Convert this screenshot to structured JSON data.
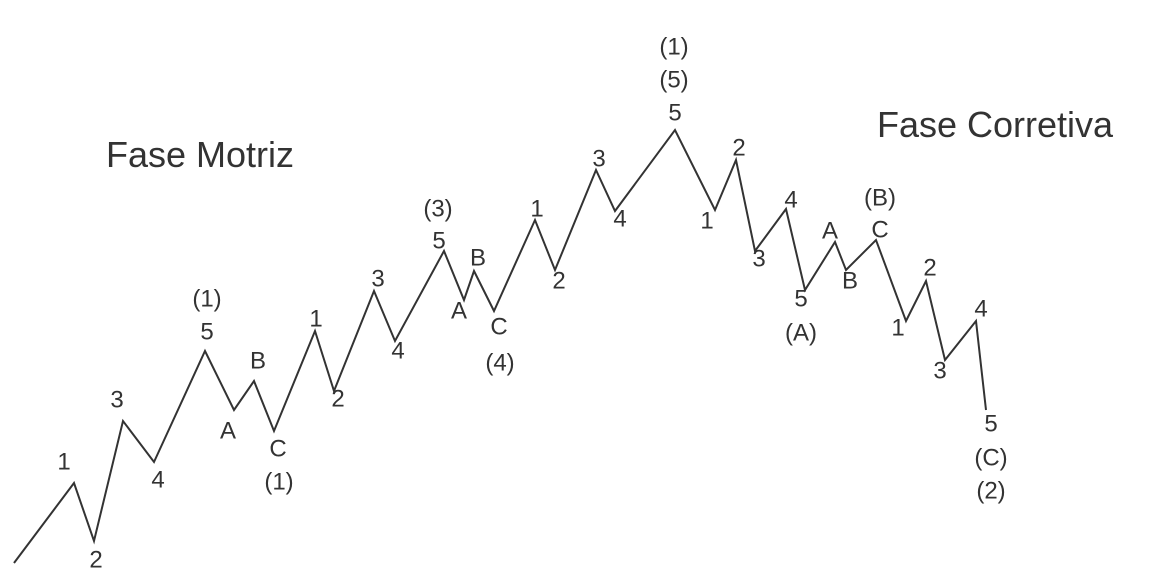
{
  "titles": {
    "impulse_phase": "Fase Motriz",
    "corrective_phase": "Fase Corretiva"
  },
  "colors": {
    "line": "#333333",
    "text": "#333333",
    "background": "#ffffff"
  },
  "wave_path": [
    {
      "id": "start",
      "labels": []
    },
    {
      "id": "p1",
      "labels": [
        "1"
      ]
    },
    {
      "id": "p2",
      "labels": [
        "2"
      ]
    },
    {
      "id": "p3",
      "labels": [
        "3"
      ]
    },
    {
      "id": "p4",
      "labels": [
        "4"
      ]
    },
    {
      "id": "p5",
      "labels": [
        "(1)",
        "5"
      ]
    },
    {
      "id": "p6",
      "labels": [
        "A"
      ]
    },
    {
      "id": "p7",
      "labels": [
        "B"
      ]
    },
    {
      "id": "p8",
      "labels": [
        "C",
        "(1)"
      ]
    },
    {
      "id": "p9",
      "labels": [
        "1"
      ]
    },
    {
      "id": "p10",
      "labels": [
        "2"
      ]
    },
    {
      "id": "p11",
      "labels": [
        "3"
      ]
    },
    {
      "id": "p12",
      "labels": [
        "4"
      ]
    },
    {
      "id": "p13",
      "labels": [
        "(3)",
        "5"
      ]
    },
    {
      "id": "p14",
      "labels": [
        "A"
      ]
    },
    {
      "id": "p15",
      "labels": [
        "B"
      ]
    },
    {
      "id": "p16",
      "labels": [
        "C",
        "(4)"
      ]
    },
    {
      "id": "p17",
      "labels": [
        "1"
      ]
    },
    {
      "id": "p18",
      "labels": [
        "2"
      ]
    },
    {
      "id": "p19",
      "labels": [
        "3"
      ]
    },
    {
      "id": "p20",
      "labels": [
        "4"
      ]
    },
    {
      "id": "p21",
      "labels": [
        "(1)",
        "(5)",
        "5"
      ]
    },
    {
      "id": "p22",
      "labels": [
        "1"
      ]
    },
    {
      "id": "p23",
      "labels": [
        "2"
      ]
    },
    {
      "id": "p24",
      "labels": [
        "3"
      ]
    },
    {
      "id": "p25",
      "labels": [
        "4"
      ]
    },
    {
      "id": "p26",
      "labels": [
        "5",
        "(A)"
      ]
    },
    {
      "id": "p27",
      "labels": [
        "A"
      ]
    },
    {
      "id": "p28",
      "labels": [
        "B"
      ]
    },
    {
      "id": "p29",
      "labels": [
        "(B)",
        "C"
      ]
    },
    {
      "id": "p30",
      "labels": [
        "1"
      ]
    },
    {
      "id": "p31",
      "labels": [
        "2"
      ]
    },
    {
      "id": "p32",
      "labels": [
        "3"
      ]
    },
    {
      "id": "p33",
      "labels": [
        "4"
      ]
    },
    {
      "id": "p34",
      "labels": [
        "5",
        "(C)",
        "(2)"
      ]
    }
  ]
}
